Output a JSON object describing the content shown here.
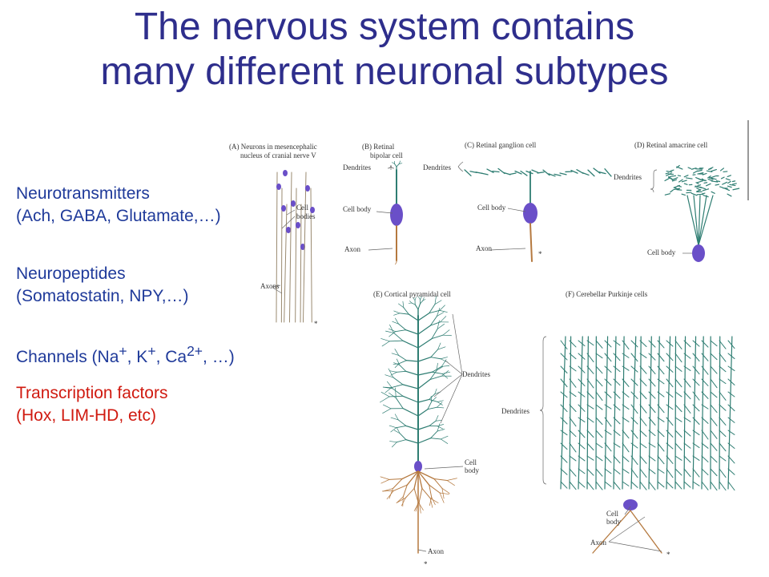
{
  "title": {
    "line1": "The nervous system contains",
    "line2": "many different neuronal subtypes"
  },
  "bullets": {
    "neurotransmitters": {
      "heading": "Neurotransmitters",
      "detail": "(Ach, GABA, Glutamate,…)"
    },
    "neuropeptides": {
      "heading": "Neuropeptides",
      "detail": "(Somatostatin, NPY,…)"
    },
    "channels": {
      "prefix": "Channels (Na",
      "sup1": "+",
      "mid1": ", K",
      "sup2": "+",
      "mid2": ", Ca",
      "sup3": "2+",
      "suffix": ", …)"
    },
    "transcription": {
      "heading": "Transcription factors",
      "detail": "(Hox, LIM-HD, etc)"
    }
  },
  "figure": {
    "panelA": {
      "title1": "(A) Neurons in mesencephalic",
      "title2": "nucleus of cranial nerve V",
      "cell_bodies1": "Cell",
      "cell_bodies2": "bodies",
      "axons": "Axons",
      "star": "*"
    },
    "panelB": {
      "title1": "(B) Retinal",
      "title2": "bipolar cell",
      "dendrites": "Dendrites",
      "cell_body": "Cell body",
      "axon": "Axon"
    },
    "panelC": {
      "title": "(C) Retinal ganglion cell",
      "dendrites": "Dendrites",
      "cell_body": "Cell body",
      "axon": "Axon",
      "star": "*"
    },
    "panelD": {
      "title": "(D) Retinal amacrine cell",
      "dendrites": "Dendrites",
      "cell_body": "Cell body"
    },
    "panelE": {
      "title": "(E) Cortical pyramidal cell",
      "dendrites": "Dendrites",
      "cell_body1": "Cell",
      "cell_body2": "body",
      "axon": "Axon",
      "star": "*"
    },
    "panelF": {
      "title": "(F) Cerebellar Purkinje cells",
      "dendrites": "Dendrites",
      "cell_body1": "Cell",
      "cell_body2": "body",
      "axon": "Axon",
      "star": "*"
    }
  },
  "colors": {
    "title": "#2e2e8c",
    "text": "#1f3a9a",
    "red": "#d01a10",
    "dendrite": "#2e7d72",
    "soma": "#6a4fc8",
    "axon": "#b5793f"
  }
}
